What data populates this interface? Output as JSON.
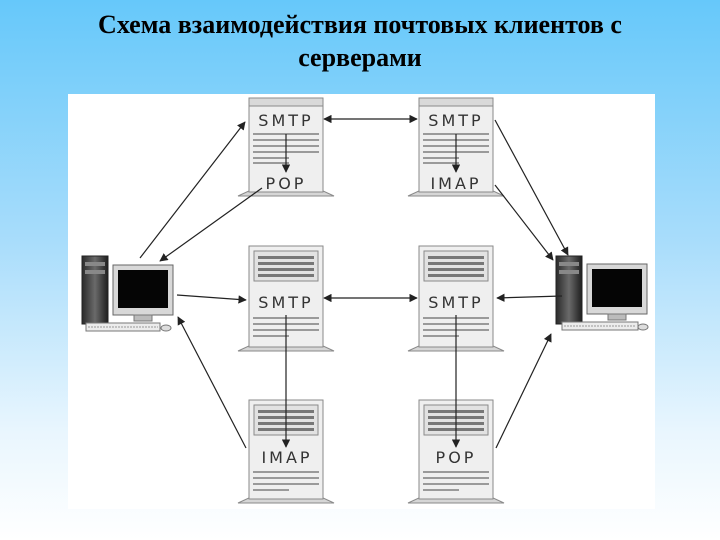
{
  "title": {
    "line1": "Схема взаимодействия почтовых клиентов с",
    "line2": "серверами"
  },
  "diagram": {
    "servers": [
      {
        "id": "s1",
        "label_top": "SMTP",
        "label_bottom": "POP"
      },
      {
        "id": "s2",
        "label_top": "SMTP",
        "label_bottom": "IMAP"
      },
      {
        "id": "s3",
        "label": "SMTP"
      },
      {
        "id": "s4",
        "label": "SMTP"
      },
      {
        "id": "s5",
        "label": "IMAP"
      },
      {
        "id": "s6",
        "label": "POP"
      }
    ],
    "clients": [
      {
        "id": "left-client",
        "icon": "desktop-computer-icon"
      },
      {
        "id": "right-client",
        "icon": "desktop-computer-icon"
      }
    ],
    "colors": {
      "background_top": "#66c8fa",
      "panel": "#ffffff",
      "server_body": "#efefef",
      "server_outline": "#8a8a8a",
      "arrow": "#222222"
    }
  }
}
